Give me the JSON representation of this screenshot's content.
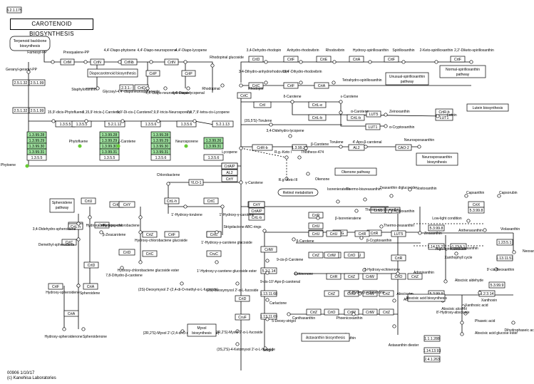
{
  "title": "CAROTENOID BIOSYNTHESIS",
  "footer": {
    "map_id": "00906 1/10/17",
    "copyright": "(c) Kanehisa Laboratories"
  },
  "colors": {
    "enzyme_bg": "#ffffff",
    "highlight_bg": "#9fe29f",
    "compound_dot": "#66cc33",
    "line": "#000000"
  },
  "enzymes": [
    {
      "label": "2.5.1.32"
    },
    {
      "label": "2.5.1.99"
    },
    {
      "label": "2.5.1.32"
    },
    {
      "label": "2.5.1.99"
    },
    {
      "label": "1.3.5.5"
    },
    {
      "label": "1.3.5.5"
    },
    {
      "label": "5.2.1.12"
    },
    {
      "label": "1.3.5.6"
    },
    {
      "label": "1.3.5.6"
    },
    {
      "label": "5.2.1.13"
    },
    {
      "label": "1.3.99.28",
      "hl": true
    },
    {
      "label": "1.3.99.29",
      "hl": true
    },
    {
      "label": "1.3.99.30",
      "hl": true
    },
    {
      "label": "1.3.99.31",
      "hl": true
    },
    {
      "label": "1.3.5.5"
    },
    {
      "label": "1.3.99.28",
      "hl": true
    },
    {
      "label": "1.3.99.29",
      "hl": true
    },
    {
      "label": "1.3.99.30",
      "hl": true
    },
    {
      "label": "1.3.99.31",
      "hl": true
    },
    {
      "label": "1.3.5.5"
    },
    {
      "label": "1.3.99.28",
      "hl": true
    },
    {
      "label": "1.3.99.29",
      "hl": true
    },
    {
      "label": "1.3.99.30",
      "hl": true
    },
    {
      "label": "1.3.99.31",
      "hl": true
    },
    {
      "label": "1.3.5.6"
    },
    {
      "label": "1.3.99.26",
      "hl": true
    },
    {
      "label": "1.3.99.31",
      "hl": true
    },
    {
      "label": "1.3.5.6"
    },
    {
      "label": "CrtM"
    },
    {
      "label": "CrtN"
    },
    {
      "label": "CrtNb"
    },
    {
      "label": "CrtN"
    },
    {
      "label": "CrtP"
    },
    {
      "label": "CrtP"
    },
    {
      "label": "CrtQ"
    },
    {
      "label": "2.3.1.-"
    },
    {
      "label": "CrtC"
    },
    {
      "label": "CrtD"
    },
    {
      "label": "CrtF"
    },
    {
      "label": "CrtC"
    },
    {
      "label": "CrtF"
    },
    {
      "label": "CrtA"
    },
    {
      "label": "CrtA"
    },
    {
      "label": "CrtE"
    },
    {
      "label": "CrtF"
    },
    {
      "label": "CrtF"
    },
    {
      "label": "CrtI"
    },
    {
      "label": "CrtL-e"
    },
    {
      "label": "CrtL-b"
    },
    {
      "label": "CrtL-b"
    },
    {
      "label": "LUT5"
    },
    {
      "label": "LUT1"
    },
    {
      "label": "LUT1"
    },
    {
      "label": "CrtR-b"
    },
    {
      "label": "CrtR-b"
    },
    {
      "label": "1.3.99.30"
    },
    {
      "label": "AL2"
    },
    {
      "label": "CAO-2"
    },
    {
      "label": "YLO-1"
    },
    {
      "label": "CrtU"
    },
    {
      "label": "CrtC"
    },
    {
      "label": "CrtY"
    },
    {
      "label": "CrtL-h"
    },
    {
      "label": "CrtC"
    },
    {
      "label": "CrtC"
    },
    {
      "label": "CrtF"
    },
    {
      "label": "CrtC"
    },
    {
      "label": "CrtF"
    },
    {
      "label": "CrtD"
    },
    {
      "label": "CrtL-h"
    },
    {
      "label": "CrtC"
    },
    {
      "label": "CrtD"
    },
    {
      "label": "CrtF"
    },
    {
      "label": "CrtA"
    },
    {
      "label": "CrtA"
    },
    {
      "label": "CrtZ"
    },
    {
      "label": "CrtC"
    },
    {
      "label": "CrtC"
    },
    {
      "label": "CruC"
    },
    {
      "label": "CrtD"
    },
    {
      "label": "CruF"
    },
    {
      "label": "CrtD"
    },
    {
      "label": "CrtL-b"
    },
    {
      "label": "CrtY"
    },
    {
      "label": "CrtA/P"
    },
    {
      "label": "AL2"
    },
    {
      "label": "CrtU"
    },
    {
      "label": "CrtR"
    },
    {
      "label": "CrtU"
    },
    {
      "label": "CrtG"
    },
    {
      "label": "CrtR"
    },
    {
      "label": "CrtU"
    },
    {
      "label": "CrtW"
    },
    {
      "label": "5.2.1.14"
    },
    {
      "label": "1.13.11.68"
    },
    {
      "label": "1.13.11.69"
    },
    {
      "label": "1.14.13.-"
    },
    {
      "label": "CrtL-b"
    },
    {
      "label": "CrtY"
    },
    {
      "label": "CrtA/P"
    },
    {
      "label": "AL2"
    },
    {
      "label": "CrtU"
    },
    {
      "label": "CrtU"
    },
    {
      "label": "CrtR"
    },
    {
      "label": "LUT5"
    },
    {
      "label": "CrtR"
    },
    {
      "label": "CrtZ"
    },
    {
      "label": "CrtZ"
    },
    {
      "label": "CrtR"
    },
    {
      "label": "CrtZ"
    },
    {
      "label": "CrtO"
    },
    {
      "label": "CrtW"
    },
    {
      "label": "CrtW"
    },
    {
      "label": "CrtZ"
    },
    {
      "label": "CrtZ"
    },
    {
      "label": "CrtO"
    },
    {
      "label": "CrtW"
    },
    {
      "label": "CrtO"
    },
    {
      "label": "CrtW"
    },
    {
      "label": "CrtZ"
    },
    {
      "label": "CrtW"
    },
    {
      "label": "CrtZ"
    },
    {
      "label": "CrtW"
    },
    {
      "label": "CrtZ"
    },
    {
      "label": "CrtW"
    },
    {
      "label": "CrtE"
    },
    {
      "label": "CrtX"
    },
    {
      "label": "5.3.99.8"
    },
    {
      "label": "5.3.99.8"
    },
    {
      "label": "1.14.15.21"
    },
    {
      "label": "1.23.5.1"
    },
    {
      "label": "1.23.5.1"
    },
    {
      "label": "5.3.99.9"
    },
    {
      "label": "1.13.11.51"
    },
    {
      "label": "5.3.99.9"
    },
    {
      "label": "1.2.3.14"
    },
    {
      "label": "1.1.1.288"
    },
    {
      "label": "1.14.13.93"
    },
    {
      "label": "2.4.1.263"
    },
    {
      "label": "3.2.1.175"
    }
  ],
  "compounds": [
    {
      "label": "Terpenoid backbone biosynthesis"
    },
    {
      "label": "Farnesyl-PP"
    },
    {
      "label": "Presqualene-PP"
    },
    {
      "label": "4,4'-Diapo-phytoene"
    },
    {
      "label": "4,4'-Diapo-neurosporene"
    },
    {
      "label": "4,4'-Diapo-lycopene"
    },
    {
      "label": "Geranyl-geranyl-PP"
    },
    {
      "label": "Phytoene"
    },
    {
      "label": "Phytofluene"
    },
    {
      "label": "ζ-Carotene"
    },
    {
      "label": "Neurosporene"
    },
    {
      "label": "Lycopene"
    },
    {
      "label": "15,9'-dicis-Phytofluene"
    },
    {
      "label": "9,15,9'-tricis-ζ-Carotene"
    },
    {
      "label": "9,9'-Di-cis-ζ-Carotene"
    },
    {
      "label": "7,9,9'-tricis-Neurosporene"
    },
    {
      "label": "7,9,7',9'-tetra-cis-Lycopene"
    },
    {
      "label": "Staphyloxanthin"
    },
    {
      "label": "Glycosyl-4,4'-diaponeurosporenoate"
    },
    {
      "label": "4,4'-Diapo-neurosporenoate"
    },
    {
      "label": "4,4'-Diapo-lycopenal"
    },
    {
      "label": "Rhodopinal glucoside"
    },
    {
      "label": "Rhodopin"
    },
    {
      "label": "Rhodopinal"
    },
    {
      "label": "3,4-Dehydro-rhodopin"
    },
    {
      "label": "Anhydro-rhodovibrin"
    },
    {
      "label": "Rhodovibrin"
    },
    {
      "label": "Hydroxy-spirilloxanthin"
    },
    {
      "label": "Spirilloxanthin"
    },
    {
      "label": "2-Keto-spirilloxanthin"
    },
    {
      "label": "2,2'-Diketo-spirilloxanthin"
    },
    {
      "label": "3,4-Dihydro-anhydrorhodovibrin"
    },
    {
      "label": "3,4'-Dihydro-rhodovibrin"
    },
    {
      "label": "Tetrahydro-spirilloxanthin"
    },
    {
      "label": "δ-Carotene"
    },
    {
      "label": "ε-Carotene"
    },
    {
      "label": "α-Carotene"
    },
    {
      "label": "Zeinoxanthin"
    },
    {
      "label": "α-Cryptoxanthin"
    },
    {
      "label": "Lutein"
    },
    {
      "label": "(3S,5'S)-Torulene"
    },
    {
      "label": "3,4-Didehydro-lycopene"
    },
    {
      "label": "Torulene"
    },
    {
      "label": "4'-Apo-β-carotenal"
    },
    {
      "label": "Neurosporaxanthin"
    },
    {
      "label": "γ-Carotene"
    },
    {
      "label": "β-Carotene"
    },
    {
      "label": "R.g.-Keto I"
    },
    {
      "label": "R.g.-Keto III"
    },
    {
      "label": "Thiothece-474"
    },
    {
      "label": "Okenone"
    },
    {
      "label": "Chlorobactene"
    },
    {
      "label": "Hydroxy-chlorobactene"
    },
    {
      "label": "Hydroxy-chlorobactene glucoside"
    },
    {
      "label": "Hydroxy-chlorobactene glucoside ester"
    },
    {
      "label": "1'-Hydroxy-torulene"
    },
    {
      "label": "1'-Hydroxy-γ-carotene"
    },
    {
      "label": "1'-Hydroxy-γ-carotene glucoside"
    },
    {
      "label": "1'-Hydroxy-γ-carotene glucoside ester"
    },
    {
      "label": "Hydroxy-neurosporene"
    },
    {
      "label": "β-Zeacarotene"
    },
    {
      "label": "7,8-Dihydro-β-carotene"
    },
    {
      "label": "3,4-Didehydro-spheroidene"
    },
    {
      "label": "Demethyl-spheroidene"
    },
    {
      "label": "Spheroidene"
    },
    {
      "label": "Hydroxy-spheroidene"
    },
    {
      "label": "Hydroxy-spheroidenone"
    },
    {
      "label": "Spheroidenone"
    },
    {
      "label": "(2S)-Deoxymyxol 2'-(2,4-di-O-methyl-α-L-fucoside)"
    },
    {
      "label": "(2S)-Deoxymyxol 2'-α-L-fucoside"
    },
    {
      "label": "(2R,2'S)-Myxol 2'-(2,4-di-O-methyl-α-L-fucoside)"
    },
    {
      "label": "(3R,2'S)-Myxol 2'-α-L-fucoside"
    },
    {
      "label": "(3S,2'S)-4-Ketomyxol 2'-α-L-fucoside"
    },
    {
      "label": "Isorenieratene"
    },
    {
      "label": "β-Isorenieratene"
    },
    {
      "label": "Thermo-biszeaxanthin"
    },
    {
      "label": "Thermo-cryptoxanthin"
    },
    {
      "label": "Thermo-zeaxanthin"
    },
    {
      "label": "Zeaxanthin diglucoside"
    },
    {
      "label": "Nostoxanthin"
    },
    {
      "label": "Caloxanthin"
    },
    {
      "label": "Zeaxanthin"
    },
    {
      "label": "β-Cryptoxanthin"
    },
    {
      "label": "Strigolactone ABC-rings"
    },
    {
      "label": "β-Carotene"
    },
    {
      "label": "9-cis-β-Carotene"
    },
    {
      "label": "9-cis-10'-Apo-β-carotenal"
    },
    {
      "label": "Carlactone"
    },
    {
      "label": "5-Deoxy-strigol"
    },
    {
      "label": "Strigol"
    },
    {
      "label": "Echinenone"
    },
    {
      "label": "3-Hydroxy-echinenone"
    },
    {
      "label": "3'-Hydroxy-echinenone"
    },
    {
      "label": "Canthaxanthin"
    },
    {
      "label": "Phoenicoxanthin"
    },
    {
      "label": "Astaxanthin"
    },
    {
      "label": "Adonixanthin"
    },
    {
      "label": "Adonirubin"
    },
    {
      "label": "Astaxanthin diester"
    },
    {
      "label": "Antheraxanthin"
    },
    {
      "label": "Violaxanthin"
    },
    {
      "label": "Neoxanthin"
    },
    {
      "label": "9'-cis-Neoxanthin"
    },
    {
      "label": "9-cis-Violaxanthin"
    },
    {
      "label": "Xanthoxin"
    },
    {
      "label": "Abscisic aldehyde"
    },
    {
      "label": "Abscisic alcohol"
    },
    {
      "label": "Abscisate"
    },
    {
      "label": "Xanthoxic acid"
    },
    {
      "label": "8'-Hydroxy-abscisate"
    },
    {
      "label": "Phaseic acid"
    },
    {
      "label": "Dihydrophaseic acid"
    },
    {
      "label": "Abscisic acid glucose ester"
    },
    {
      "label": "Capsanthin"
    },
    {
      "label": "Capsorubin"
    }
  ],
  "labels": {
    "low_light": "Low-light condition",
    "high_light": "High-light condition",
    "xanthophyll_cycle": "Xanthophyll cycle"
  },
  "maps": [
    {
      "label": "Diapocarotenoid biosynthesis"
    },
    {
      "label": "Unusual-spirilloxanthin pathway"
    },
    {
      "label": "Normal-spirilloxanthin pathway"
    },
    {
      "label": "Lutein biosynthesis"
    },
    {
      "label": "Neurosporaxanthin biosynthesis"
    },
    {
      "label": "Okenone pathway"
    },
    {
      "label": "Retinol metabolism"
    },
    {
      "label": "Spheroidene pathway"
    },
    {
      "label": "Myxol biosynthesis"
    },
    {
      "label": "Astaxanthin biosynthesis"
    },
    {
      "label": "Abscisic acid biosynthesis"
    }
  ]
}
